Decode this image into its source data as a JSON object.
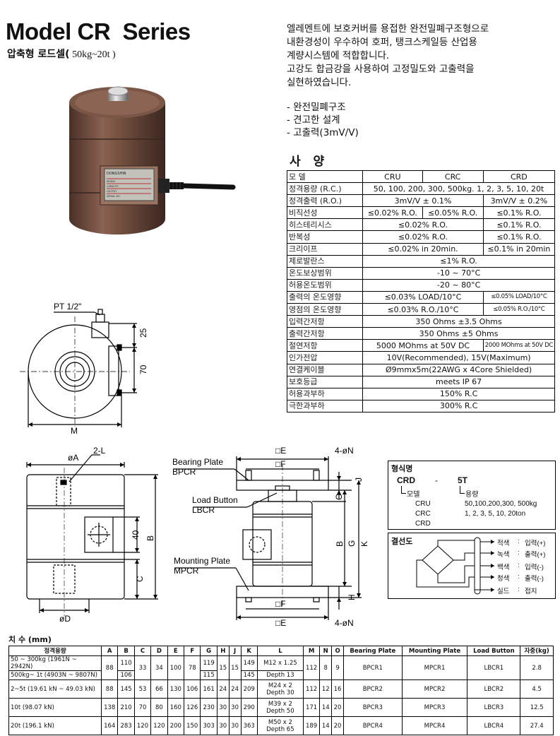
{
  "title": "Model CR  Series",
  "subtitle": {
    "type": "압축형 로드셀(",
    "capacity": " 50kg~20t )"
  },
  "description": [
    "엘레멘트에 보호커버를 용접한 완전밀폐구조형으로",
    "내환경성이 우수하여 호퍼, 탱크스케일등 산업용",
    "계량시스템에 적합합니다.",
    "고강도 합금강을 사용하여 고정밀도와 고출력을",
    "실현하였습니다."
  ],
  "features": [
    "- 완전밀폐구조",
    "- 견고한 설계",
    "- 고출력(3mV/V)"
  ],
  "spec_heading": "사 양",
  "spec": {
    "model_label": "모 델",
    "models": [
      "CRU",
      "CRC",
      "CRD"
    ],
    "rows": [
      {
        "label": "정격용량 (R.C.)",
        "v": "50, 100, 200, 300, 500kg. 1, 2, 3, 5, 10, 20t"
      },
      {
        "label": "정격출력 (R.O.)",
        "a": "3mV/V  ± 0.1%",
        "b": "3mV/V  ± 0.2%"
      },
      {
        "label": "비직선성",
        "c1": "≤0.02% R.O.",
        "c2": "≤0.05% R.O.",
        "c3": "≤0.1% R.O."
      },
      {
        "label": "히스테리시스",
        "a": "≤0.02% R.O.",
        "b": "≤0.1% R.O."
      },
      {
        "label": "반복성",
        "a": "≤0.02% R.O.",
        "b": "≤0.1% R.O."
      },
      {
        "label": "크리이프",
        "a": "≤0.02% in 20min.",
        "b": "≤0.1% in 20min"
      },
      {
        "label": "제로발란스",
        "v": "≤1% R.O."
      },
      {
        "label": "온도보상범위",
        "v": "-10 ~ 70°C"
      },
      {
        "label": "허용온도범위",
        "v": "-20 ~ 80°C"
      },
      {
        "label": "출력의 온도영향",
        "a": "≤0.03% LOAD/10°C",
        "b": "≤0.05% LOAD/10°C"
      },
      {
        "label": "영점의 온도영향",
        "a": "≤0.03% R.O./10°C",
        "b": "≤0.05% R.O./10°C"
      },
      {
        "label": "입력간저항",
        "v": "350 Ohms ±3.5 Ohms"
      },
      {
        "label": "출력간저항",
        "v": "350 Ohms ±5 Ohms"
      },
      {
        "label": "절연저항",
        "a": "5000 MOhms at 50V DC",
        "b": "2000 MOhms at 50V DC"
      },
      {
        "label": "인가전압",
        "v": "10V(Recommended), 15V(Maximum)"
      },
      {
        "label": "연결케이블",
        "v": "Ø9mmx5m(22AWG x 4Core Shielded)"
      },
      {
        "label": "보호등급",
        "v": "meets IP 67"
      },
      {
        "label": "허용과부하",
        "v": "150% R.C"
      },
      {
        "label": "극한과부하",
        "v": "300% R.C"
      }
    ]
  },
  "photo": {
    "brand": "DONGSHIN",
    "plate_lines": [
      "MODEL",
      "CAPACITY",
      "OUTPUT",
      "SERIAL NO."
    ]
  },
  "top_drawing": {
    "pt": "PT 1/2\"",
    "d25": "25",
    "d70": "70",
    "m": "M"
  },
  "side_drawing": {
    "phiA": "øA",
    "twoL": "2-L",
    "d40": "40",
    "B": "B",
    "C": "C",
    "phiD": "øD"
  },
  "assembly": {
    "bearing": "Bearing Plate",
    "bpcr": "BPCR",
    "button": "Load Button",
    "lbcr": "LBCR",
    "mounting": "Mounting Plate",
    "mpcr": "MPCR",
    "phiE": "□E",
    "phiF": "□F",
    "n": "4-øN",
    "J": "J",
    "O": "O",
    "B": "B",
    "G": "G",
    "K": "K",
    "H": "H"
  },
  "order": {
    "title": "형식명",
    "code1": "CRD",
    "dash": "-",
    "code2": "5T",
    "model_label": "모델",
    "cap_label": "용량",
    "models": [
      "CRU",
      "CRC",
      "CRD"
    ],
    "caps": [
      "50,100,200,300, 500kg",
      "1, 2, 3, 5, 10, 20ton"
    ]
  },
  "wiring": {
    "title": "결선도",
    "lines": [
      {
        "color": "적색",
        "signal": "입력(+)"
      },
      {
        "color": "녹색",
        "signal": "출력(+)"
      },
      {
        "color": "백색",
        "signal": "입력(-)"
      },
      {
        "color": "청색",
        "signal": "출력(-)"
      },
      {
        "color": "실드",
        "signal": "접지"
      }
    ]
  },
  "dimensions": {
    "heading": "치 수 (mm)",
    "headers": [
      "정격용량",
      "A",
      "B",
      "C",
      "D",
      "E",
      "F",
      "G",
      "H",
      "J",
      "K",
      "L",
      "M",
      "N",
      "O",
      "Bearing Plate",
      "Mounting Plate",
      "Load Button",
      "자중(kg)"
    ],
    "rows": [
      {
        "load": [
          "50 ~ 300kg (1961N ~ 2942N)",
          "500kg~ 1t  (4903N ~ 9807N)"
        ],
        "A": "88",
        "B": [
          "110",
          "106"
        ],
        "C": "33",
        "D": "34",
        "E": "100",
        "F": "78",
        "G": [
          "119",
          "115"
        ],
        "H": "15",
        "J": "15",
        "K": [
          "149",
          "145"
        ],
        "L": [
          "M12 x 1.25",
          "Depth 13"
        ],
        "M": "112",
        "N": "8",
        "O": "9",
        "BP": "BPCR1",
        "MP": "MPCR1",
        "LB": "LBCR1",
        "W": "2.8"
      },
      {
        "load": [
          "2~5t (19.61 kN  ~ 49.03 kN)"
        ],
        "A": "88",
        "B": "145",
        "C": "53",
        "D": "66",
        "E": "130",
        "F": "106",
        "G": "161",
        "H": "24",
        "J": "24",
        "K": "209",
        "L": [
          "M24 x 2",
          "Depth 30"
        ],
        "M": "112",
        "N": "12",
        "O": "16",
        "BP": "BPCR2",
        "MP": "MPCR2",
        "LB": "LBCR2",
        "W": "4.5"
      },
      {
        "load": [
          "10t (98.07 kN)"
        ],
        "A": "138",
        "B": "210",
        "C": "70",
        "D": "80",
        "E": "160",
        "F": "126",
        "G": "230",
        "H": "30",
        "J": "30",
        "K": "290",
        "L": [
          "M39 x 2",
          "Depth 50"
        ],
        "M": "171",
        "N": "14",
        "O": "20",
        "BP": "BPCR3",
        "MP": "MPCR3",
        "LB": "LBCR3",
        "W": "12.5"
      },
      {
        "load": [
          "20t (196.1 kN)"
        ],
        "A": "164",
        "B": "283",
        "C": "120",
        "D": "120",
        "E": "200",
        "F": "150",
        "G": "303",
        "H": "30",
        "J": "30",
        "K": "363",
        "L": [
          "M50 x 2",
          "Depth 65"
        ],
        "M": "189",
        "N": "14",
        "O": "20",
        "BP": "BPCR4",
        "MP": "MPCR4",
        "LB": "LBCR4",
        "W": "27.4"
      }
    ]
  },
  "colors": {
    "body": "#6b4a3a",
    "body_dark": "#3e2a22",
    "label_plate": "#b8b8b0",
    "ink": "#000000"
  }
}
